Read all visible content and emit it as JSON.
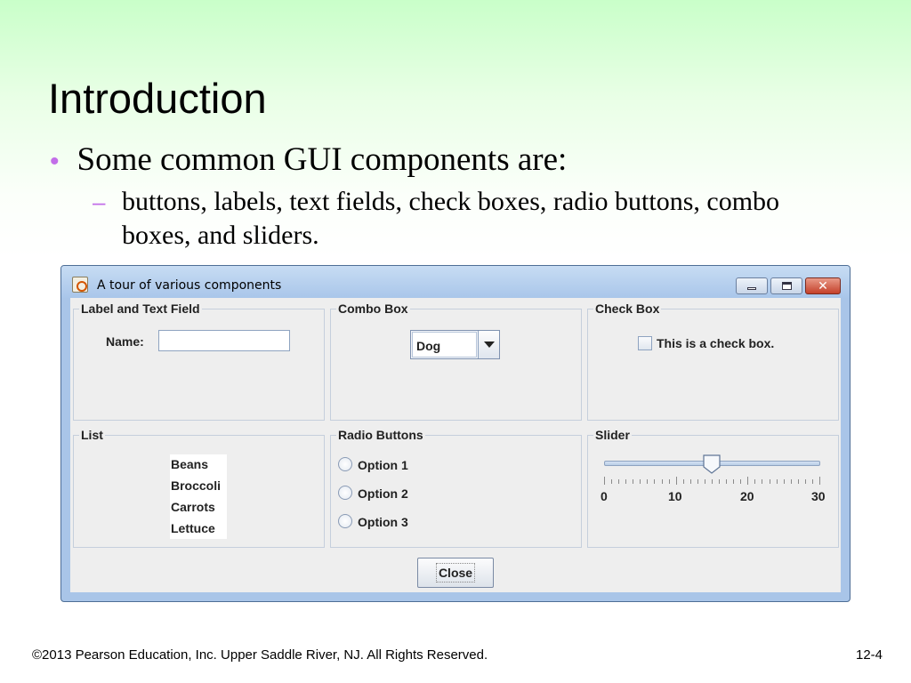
{
  "slide": {
    "title": "Introduction",
    "bullet": "Some common GUI components are:",
    "sub_bullet": "buttons, labels, text fields, check boxes, radio buttons, combo boxes, and sliders.",
    "bullet_marker": "•",
    "sub_marker": "–",
    "accent_color": "#c26ee8"
  },
  "window": {
    "title": "A tour of various components",
    "icon": "java-cup-icon",
    "controls": [
      "minimize",
      "maximize",
      "close"
    ],
    "panels": {
      "label_text": {
        "title": "Label and Text Field",
        "name_label": "Name:",
        "name_value": ""
      },
      "combo": {
        "title": "Combo Box",
        "selected": "Dog"
      },
      "check": {
        "title": "Check Box",
        "label": "This is a check box.",
        "checked": false
      },
      "list": {
        "title": "List",
        "items": [
          "Beans",
          "Broccoli",
          "Carrots",
          "Lettuce"
        ]
      },
      "radio": {
        "title": "Radio Buttons",
        "options": [
          "Option 1",
          "Option 2",
          "Option 3"
        ]
      },
      "slider": {
        "title": "Slider",
        "min": 0,
        "max": 30,
        "value": 15,
        "labels": [
          "0",
          "10",
          "20",
          "30"
        ]
      }
    },
    "close_button": "Close"
  },
  "footer": {
    "copyright": "©2013 Pearson Education, Inc. Upper Saddle River, NJ. All Rights Reserved.",
    "page": "12-4"
  }
}
